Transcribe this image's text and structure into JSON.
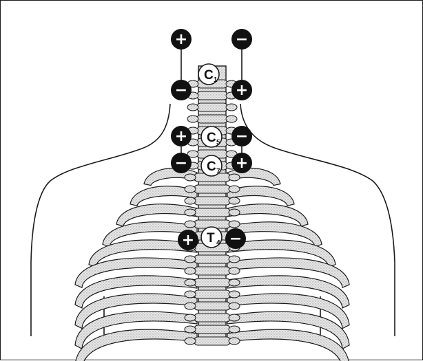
{
  "figure": {
    "vertebra_labels": [
      {
        "id": "c1",
        "letter": "C",
        "number": "1"
      },
      {
        "id": "c5",
        "letter": "C",
        "number": "5"
      },
      {
        "id": "c7",
        "letter": "C",
        "number": "7"
      },
      {
        "id": "t4",
        "letter": "T",
        "number": "4"
      }
    ],
    "electrodes": [
      {
        "id": "c1-left-upper",
        "sign": "+"
      },
      {
        "id": "c1-left-lower",
        "sign": "−"
      },
      {
        "id": "c1-right-upper",
        "sign": "−"
      },
      {
        "id": "c1-right-lower",
        "sign": "+"
      },
      {
        "id": "c5-left",
        "sign": "+"
      },
      {
        "id": "c5-right",
        "sign": "−"
      },
      {
        "id": "c7-left",
        "sign": "−"
      },
      {
        "id": "c7-right",
        "sign": "+"
      },
      {
        "id": "t4-left",
        "sign": "+"
      },
      {
        "id": "t4-right",
        "sign": "−"
      }
    ],
    "colors": {
      "outline": "#1a1a1a",
      "bone_fill": "#d9d9d9",
      "electrode_fill": "#111111",
      "label_fill": "#ffffff"
    }
  }
}
